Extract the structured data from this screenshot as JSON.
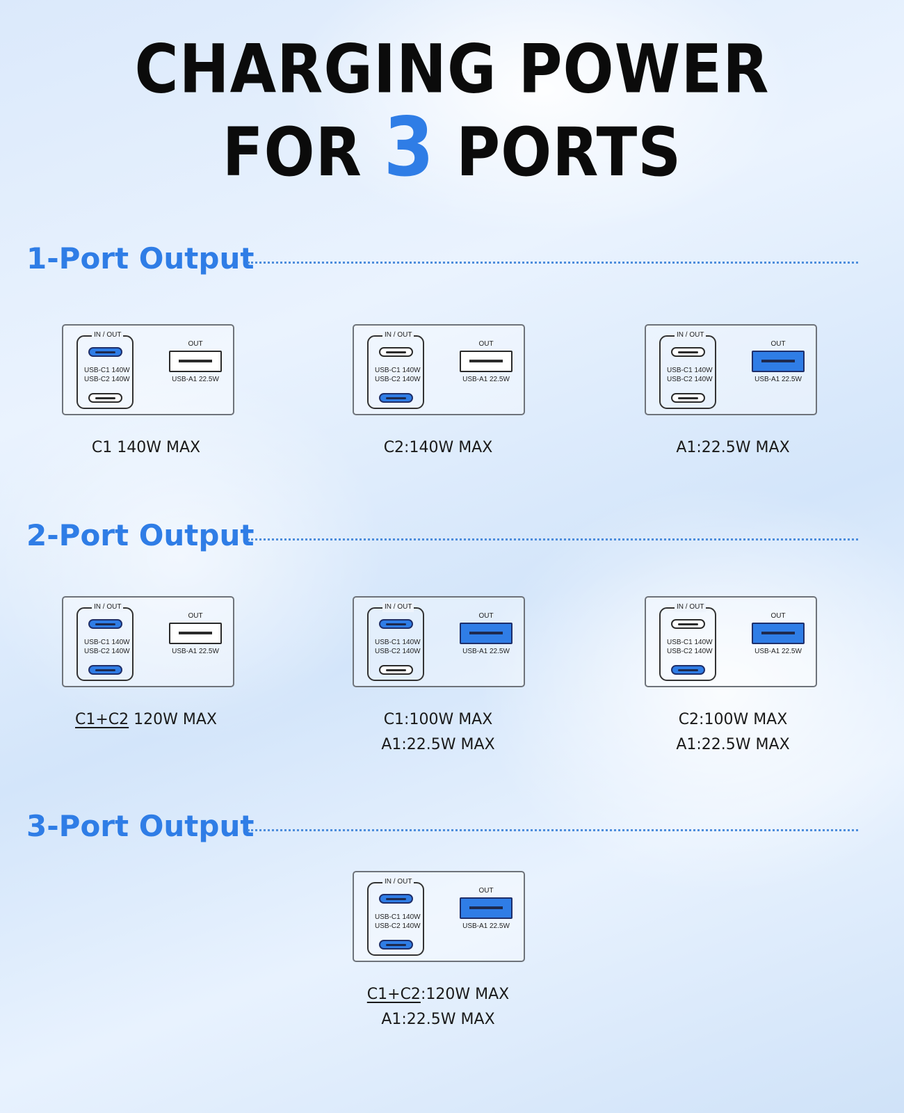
{
  "header": {
    "line1": "CHARGING POWER",
    "line2_pre": "FOR ",
    "line2_num": "3",
    "line2_post": " PORTS"
  },
  "colors": {
    "accent": "#2f7de6",
    "port_active": "#2f7de6",
    "text": "#1a1a1a"
  },
  "port_labels": {
    "in_out": "IN / OUT",
    "out": "OUT",
    "usb_c1": "USB-C1 140W",
    "usb_c2": "USB-C2 140W",
    "usb_a1": "USB-A1 22.5W"
  },
  "sections": [
    {
      "title": "1-Port Output",
      "items": [
        {
          "active": {
            "c1": true,
            "c2": false,
            "a1": false
          },
          "caption_u": "",
          "caption_rest": "C1 140W MAX",
          "caption_line2": ""
        },
        {
          "active": {
            "c1": false,
            "c2": true,
            "a1": false
          },
          "caption_u": "",
          "caption_rest": "C2:140W MAX",
          "caption_line2": ""
        },
        {
          "active": {
            "c1": false,
            "c2": false,
            "a1": true
          },
          "caption_u": "",
          "caption_rest": "A1:22.5W MAX",
          "caption_line2": ""
        }
      ]
    },
    {
      "title": "2-Port Output",
      "items": [
        {
          "active": {
            "c1": true,
            "c2": true,
            "a1": false
          },
          "caption_u": "C1+C2",
          "caption_rest": " 120W MAX",
          "caption_line2": ""
        },
        {
          "active": {
            "c1": true,
            "c2": false,
            "a1": true
          },
          "caption_u": "",
          "caption_rest": "C1:100W MAX",
          "caption_line2": "A1:22.5W MAX"
        },
        {
          "active": {
            "c1": false,
            "c2": true,
            "a1": true
          },
          "caption_u": "",
          "caption_rest": "C2:100W MAX",
          "caption_line2": "A1:22.5W MAX"
        }
      ]
    },
    {
      "title": "3-Port Output",
      "items": [
        {
          "active": {
            "c1": true,
            "c2": true,
            "a1": true
          },
          "caption_u": "C1+C2",
          "caption_rest": ":120W MAX",
          "caption_line2": "A1:22.5W MAX"
        }
      ]
    }
  ]
}
